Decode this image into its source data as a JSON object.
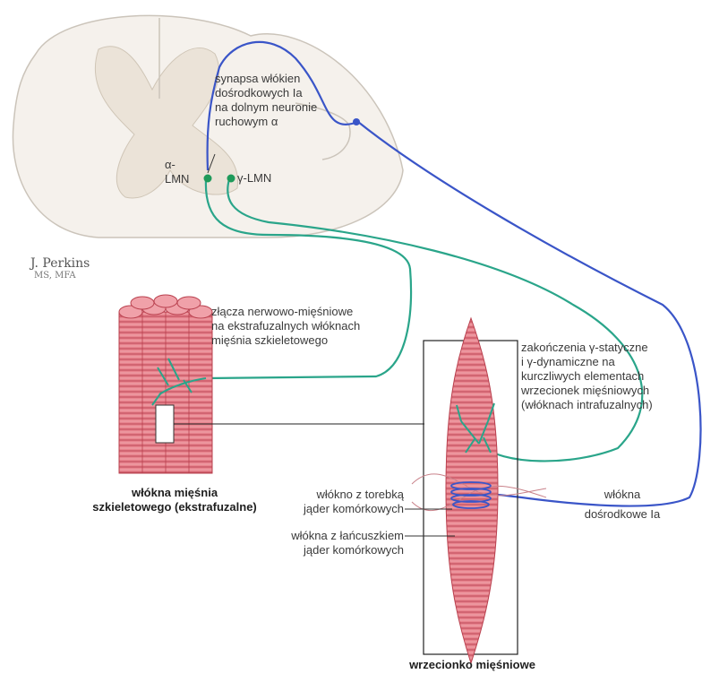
{
  "artist": {
    "name": "J. Perkins",
    "credentials": "MS, MFA"
  },
  "labels": {
    "synapse": [
      "synapsa włókien",
      "dośrodkowych Ia",
      "na dolnym neuronie",
      "ruchowym α"
    ],
    "alpha_lmn": [
      "α-",
      "LMN"
    ],
    "gamma_lmn": "γ-LMN",
    "nmj": [
      "złącza nerwowo-mięśniowe",
      "na ekstrafuzalnych włóknach",
      "mięśnia szkieletowego"
    ],
    "gamma_endings": [
      "zakończenia γ-statyczne",
      "i γ-dynamiczne na",
      "kurczliwych elementach",
      "wrzecionek mięśniowych",
      "(włóknach intrafuzalnych)"
    ],
    "extrafusal": [
      "włókna mięśnia",
      "szkieletowego (ekstrafuzalne)"
    ],
    "nuclear_bag": [
      "włókno z torebką",
      "jąder komórkowych"
    ],
    "nuclear_chain": [
      "włókna z łańcuszkiem",
      "jąder komórkowych"
    ],
    "afferent": [
      "włókna",
      "dośrodkowe Ia"
    ],
    "spindle": "wrzecionko mięśniowe"
  },
  "colors": {
    "afferent_fiber": "#3a55c8",
    "efferent_fiber": "#2aa58a",
    "motor_neuron": "#1e9a5a",
    "muscle": "#e8848e",
    "muscle_dark": "#b9404e",
    "spinal_cord": "#f4f0ea",
    "spinal_outline": "#c9c3ba"
  }
}
